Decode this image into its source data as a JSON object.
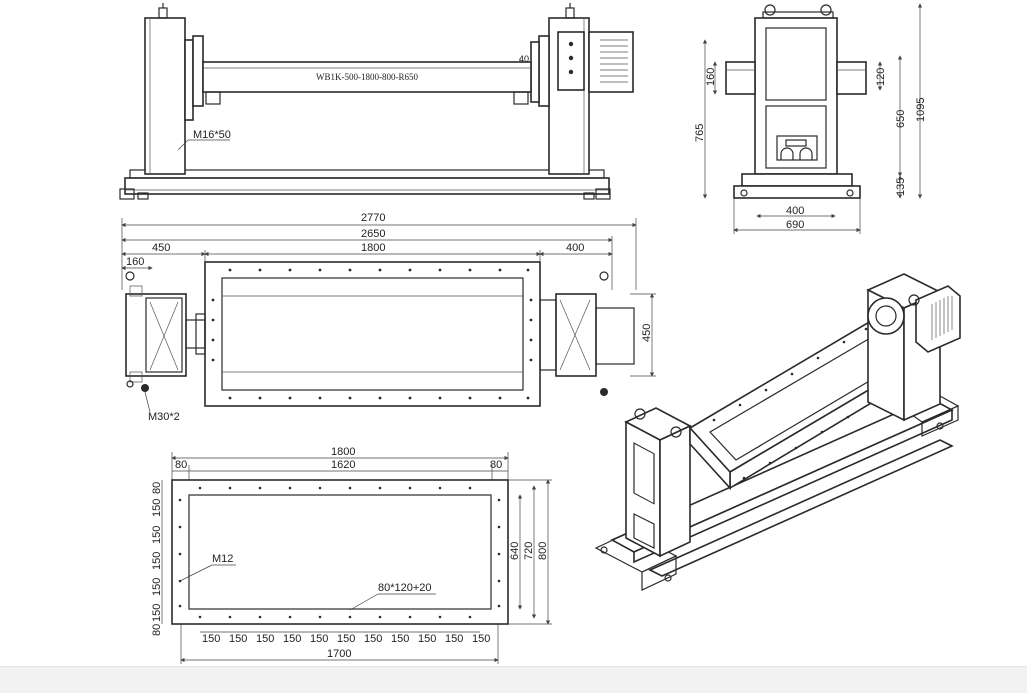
{
  "drawing": {
    "model_label": "WB1K-500-1800-800-R650",
    "front_view": {
      "bolt_label": "M16*50",
      "small_dim": "40"
    },
    "side_view": {
      "dim_160": "160",
      "dim_120": "120",
      "dim_765": "765",
      "dim_650": "650",
      "dim_1095": "1095",
      "dim_135": "135",
      "dim_400": "400",
      "dim_690": "690"
    },
    "top_view": {
      "dim_2770": "2770",
      "dim_2650": "2650",
      "dim_450_left": "450",
      "dim_1800": "1800",
      "dim_400": "400",
      "dim_160": "160",
      "dim_450_right": "450",
      "bolt_label": "M30*2"
    },
    "table_view": {
      "dim_1800": "1800",
      "dim_80_left": "80",
      "dim_1620": "1620",
      "dim_80_right": "80",
      "left_dims": [
        "80",
        "150",
        "150",
        "150",
        "150",
        "150",
        "80"
      ],
      "dim_640": "640",
      "dim_720": "720",
      "dim_800": "800",
      "hole_label": "M12",
      "slot_label": "80*120+20",
      "bottom_dims": [
        "150",
        "150",
        "150",
        "150",
        "150",
        "150",
        "150",
        "150",
        "150",
        "150",
        "150"
      ],
      "dim_1700": "1700"
    }
  }
}
